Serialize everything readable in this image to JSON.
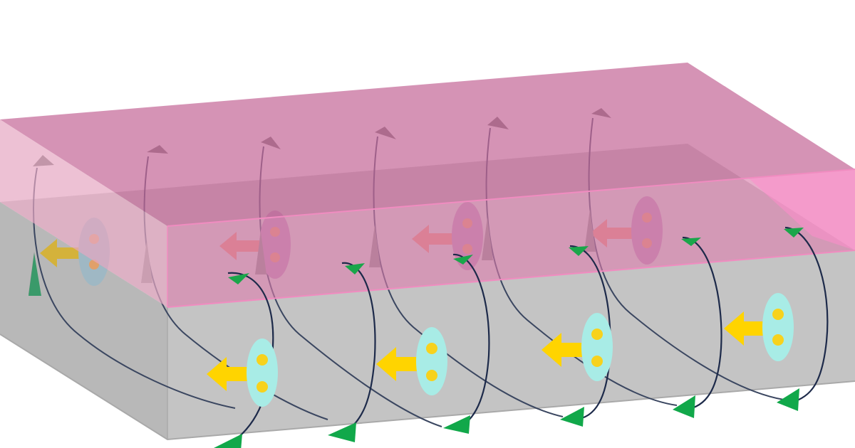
{
  "diagram": {
    "description_elements": [
      "substrate-slab",
      "top-layer-slab",
      "field-loop-front",
      "field-loop-back",
      "dipole-ellipse",
      "dipole-arrow"
    ],
    "colors": {
      "background": "#ffffff",
      "substrate_front": "#c3c3c3",
      "substrate_side": "#b5b5b5",
      "substrate_edge": "#a9a9a9",
      "top_layer": "#d77aa6",
      "top_layer_edge": "#e48fbb",
      "top_layer_right": "#ff7ec2",
      "top_layer_left": "#ebb6cc",
      "dipole_fill": "#a7ebe6",
      "dipole_dot": "#f7d21d",
      "arrow_fill": "#ffd400",
      "loop_stroke": "#1d2a4a",
      "arrowhead_front": "#19b24b",
      "arrowhead_back": "#6f6f6f"
    },
    "counts": {
      "front_dipoles": 4,
      "back_dipoles": 4,
      "front_loops": 6,
      "back_loops": 6
    }
  }
}
